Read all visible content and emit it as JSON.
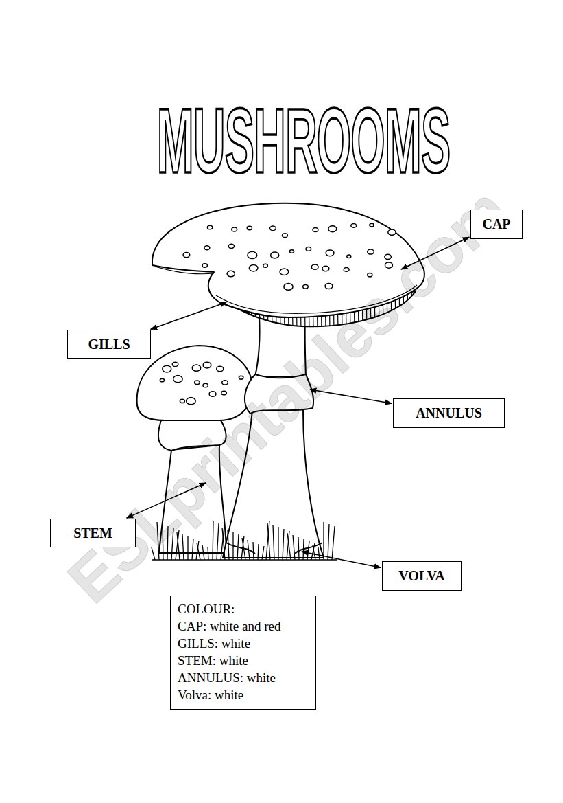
{
  "diagram": {
    "title": "MUSHROOMS",
    "nodes": [
      {
        "text": [
          "CAP"
        ]
      },
      {
        "text": [
          "GILLS"
        ]
      },
      {
        "text": [
          "ANNULUS"
        ]
      },
      {
        "text": [
          "STEM"
        ]
      },
      {
        "text": [
          "VOLVA"
        ]
      },
      {
        "text": [
          "COLOUR:",
          "CAP: white and red",
          "GILLS: white",
          "STEM: white",
          "ANNULUS: white",
          "Volva: white"
        ]
      }
    ],
    "edges": [],
    "labels": [
      "ESLprintables.com"
    ]
  }
}
